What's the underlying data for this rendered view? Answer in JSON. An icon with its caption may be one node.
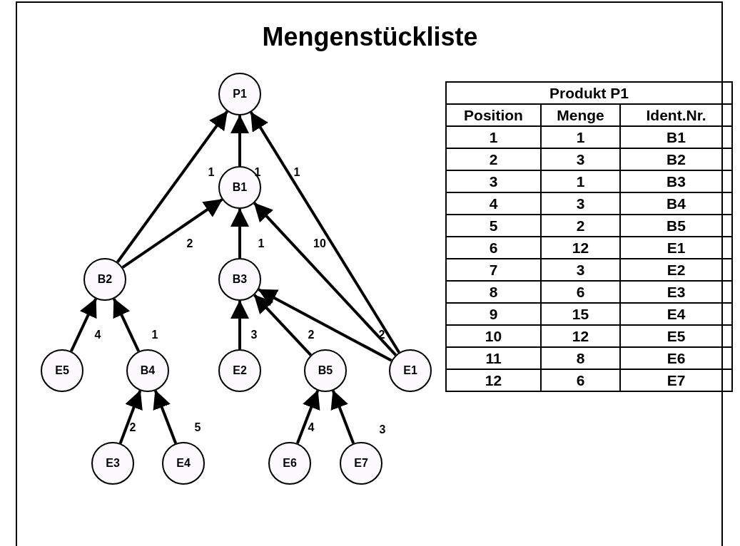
{
  "diagram": {
    "title": "Mengenstückliste",
    "nodes": [
      {
        "text": [
          "P1"
        ]
      },
      {
        "text": [
          "B1"
        ]
      },
      {
        "text": [
          "B2"
        ]
      },
      {
        "text": [
          "B3"
        ]
      },
      {
        "text": [
          "E5"
        ]
      },
      {
        "text": [
          "B4"
        ]
      },
      {
        "text": [
          "E2"
        ]
      },
      {
        "text": [
          "B5"
        ]
      },
      {
        "text": [
          "E1"
        ]
      },
      {
        "text": [
          "E3"
        ]
      },
      {
        "text": [
          "E4"
        ]
      },
      {
        "text": [
          "E6"
        ]
      },
      {
        "text": [
          "E7"
        ]
      }
    ],
    "edges": [
      {
        "from": 2,
        "to": 0,
        "arrow": "to",
        "label": "1"
      },
      {
        "from": 1,
        "to": 0,
        "arrow": "to",
        "label": "1"
      },
      {
        "from": 8,
        "to": 0,
        "arrow": "to",
        "label": "1"
      },
      {
        "from": 2,
        "to": 1,
        "arrow": "to",
        "label": "2"
      },
      {
        "from": 3,
        "to": 1,
        "arrow": "to",
        "label": "1"
      },
      {
        "from": 8,
        "to": 1,
        "arrow": "to",
        "label": "10"
      },
      {
        "from": 4,
        "to": 2,
        "arrow": "to",
        "label": "4"
      },
      {
        "from": 5,
        "to": 2,
        "arrow": "to",
        "label": "1"
      },
      {
        "from": 6,
        "to": 3,
        "arrow": "to",
        "label": "3"
      },
      {
        "from": 7,
        "to": 3,
        "arrow": "to",
        "label": "2"
      },
      {
        "from": 8,
        "to": 3,
        "arrow": "to",
        "label": "2"
      },
      {
        "from": 9,
        "to": 5,
        "arrow": "to",
        "label": "2"
      },
      {
        "from": 10,
        "to": 5,
        "arrow": "to",
        "label": "5"
      },
      {
        "from": 11,
        "to": 7,
        "arrow": "to",
        "label": "4"
      },
      {
        "from": 12,
        "to": 7,
        "arrow": "to",
        "label": "3"
      }
    ],
    "labels": [
      "Produkt P1",
      "Position",
      "Menge",
      "Ident.Nr.",
      "1",
      "1",
      "B1",
      "2",
      "3",
      "B2",
      "3",
      "1",
      "B3",
      "4",
      "3",
      "B4",
      "5",
      "2",
      "B5",
      "6",
      "12",
      "E1",
      "7",
      "3",
      "E2",
      "8",
      "6",
      "E3",
      "9",
      "15",
      "E4",
      "10",
      "12",
      "E5",
      "11",
      "8",
      "E6",
      "12",
      "6",
      "E7"
    ]
  }
}
